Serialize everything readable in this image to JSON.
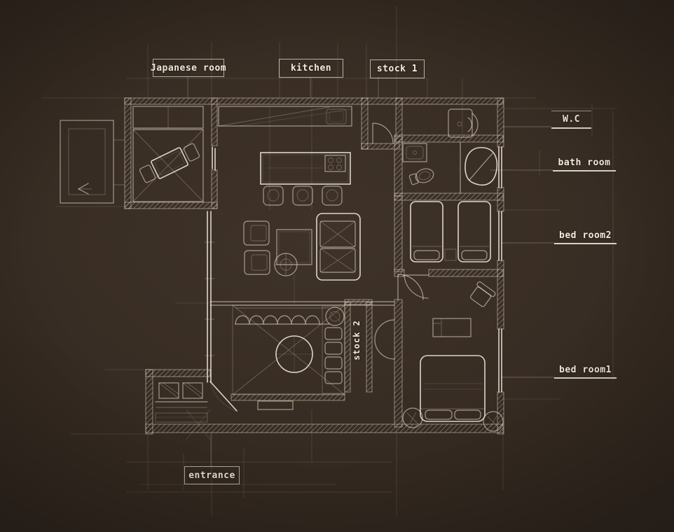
{
  "colors": {
    "background": "#372c23",
    "ink": "#eee4d2",
    "label_text": "#f3ecdf"
  },
  "labels": {
    "japanese_room": "Japanese room",
    "kitchen": "kitchen",
    "stock_1": "stock 1",
    "wc": "W.C",
    "bath_room": "bath room",
    "bed_room_2": "bed room2",
    "bed_room_1": "bed room1",
    "stock_2": "stock 2",
    "entrance": "entrance"
  }
}
